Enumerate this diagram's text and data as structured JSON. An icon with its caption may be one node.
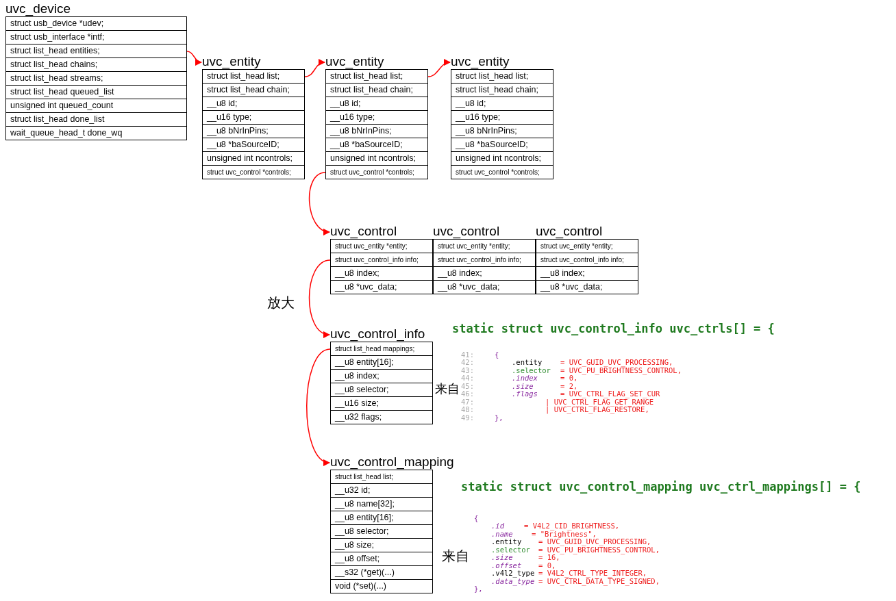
{
  "diagram": {
    "nodes": [
      {
        "text": [
          "uvc_device"
        ]
      },
      {
        "text": [
          "struct usb_device *udev;"
        ],
        "in": 0
      },
      {
        "text": [
          "struct usb_interface *intf;"
        ],
        "in": 0
      },
      {
        "text": [
          "struct list_head entities;"
        ],
        "in": 0
      },
      {
        "text": [
          "struct list_head chains;"
        ],
        "in": 0
      },
      {
        "text": [
          "struct list_head streams;"
        ],
        "in": 0
      },
      {
        "text": [
          "struct list_head queued_list"
        ],
        "in": 0
      },
      {
        "text": [
          "unsigned int queued_count"
        ],
        "in": 0
      },
      {
        "text": [
          "struct list_head done_list"
        ],
        "in": 0
      },
      {
        "text": [
          "wait_queue_head_t done_wq"
        ],
        "in": 0
      },
      {
        "text": [
          "uvc_entity"
        ]
      },
      {
        "text": [
          "struct list_head list;"
        ],
        "in": 10
      },
      {
        "text": [
          "struct list_head chain;"
        ],
        "in": 10
      },
      {
        "text": [
          "__u8 id;"
        ],
        "in": 10
      },
      {
        "text": [
          "__u16 type;"
        ],
        "in": 10
      },
      {
        "text": [
          "__u8 bNrInPins;"
        ],
        "in": 10
      },
      {
        "text": [
          "__u8 *baSourceID;"
        ],
        "in": 10
      },
      {
        "text": [
          "unsigned int ncontrols;"
        ],
        "in": 10
      },
      {
        "text": [
          "struct uvc_control *controls;"
        ],
        "in": 10
      },
      {
        "text": [
          "uvc_entity"
        ]
      },
      {
        "text": [
          "struct list_head list;"
        ],
        "in": 19
      },
      {
        "text": [
          "struct list_head chain;"
        ],
        "in": 19
      },
      {
        "text": [
          "__u8 id;"
        ],
        "in": 19
      },
      {
        "text": [
          "__u16 type;"
        ],
        "in": 19
      },
      {
        "text": [
          "__u8 bNrInPins;"
        ],
        "in": 19
      },
      {
        "text": [
          "__u8 *baSourceID;"
        ],
        "in": 19
      },
      {
        "text": [
          "unsigned int ncontrols;"
        ],
        "in": 19
      },
      {
        "text": [
          "struct uvc_control *controls;"
        ],
        "in": 19
      },
      {
        "text": [
          "uvc_entity"
        ]
      },
      {
        "text": [
          "struct list_head list;"
        ],
        "in": 28
      },
      {
        "text": [
          "struct list_head chain;"
        ],
        "in": 28
      },
      {
        "text": [
          "__u8 id;"
        ],
        "in": 28
      },
      {
        "text": [
          "__u16 type;"
        ],
        "in": 28
      },
      {
        "text": [
          "__u8 bNrInPins;"
        ],
        "in": 28
      },
      {
        "text": [
          "__u8 *baSourceID;"
        ],
        "in": 28
      },
      {
        "text": [
          "unsigned int ncontrols;"
        ],
        "in": 28
      },
      {
        "text": [
          "struct uvc_control *controls;"
        ],
        "in": 28
      },
      {
        "text": [
          "uvc_control"
        ]
      },
      {
        "text": [
          "struct uvc_entity *entity;"
        ],
        "in": 37
      },
      {
        "text": [
          "struct uvc_control_info info;"
        ],
        "in": 37
      },
      {
        "text": [
          "__u8 index;"
        ],
        "in": 37
      },
      {
        "text": [
          "__u8 *uvc_data;"
        ],
        "in": 37
      },
      {
        "text": [
          "uvc_control"
        ]
      },
      {
        "text": [
          "struct uvc_entity *entity;"
        ],
        "in": 42
      },
      {
        "text": [
          "struct uvc_control_info info;"
        ],
        "in": 42
      },
      {
        "text": [
          "__u8 index;"
        ],
        "in": 42
      },
      {
        "text": [
          "__u8 *uvc_data;"
        ],
        "in": 42
      },
      {
        "text": [
          "uvc_control"
        ]
      },
      {
        "text": [
          "struct uvc_entity *entity;"
        ],
        "in": 47
      },
      {
        "text": [
          "struct uvc_control_info info;"
        ],
        "in": 47
      },
      {
        "text": [
          "__u8 index;"
        ],
        "in": 47
      },
      {
        "text": [
          "__u8 *uvc_data;"
        ],
        "in": 47
      },
      {
        "text": [
          "uvc_control_info"
        ]
      },
      {
        "text": [
          "struct list_head mappings;"
        ],
        "in": 52
      },
      {
        "text": [
          "__u8 entity[16];"
        ],
        "in": 52
      },
      {
        "text": [
          "__u8 index;"
        ],
        "in": 52
      },
      {
        "text": [
          "__u8 selector;"
        ],
        "in": 52
      },
      {
        "text": [
          "__u16 size;"
        ],
        "in": 52
      },
      {
        "text": [
          "__u32 flags;"
        ],
        "in": 52
      },
      {
        "text": [
          "uvc_control_mapping"
        ]
      },
      {
        "text": [
          "struct list_head list;"
        ],
        "in": 59
      },
      {
        "text": [
          "__u32 id;"
        ],
        "in": 59
      },
      {
        "text": [
          "__u8 name[32];"
        ],
        "in": 59
      },
      {
        "text": [
          "__u8 entity[16];"
        ],
        "in": 59
      },
      {
        "text": [
          "__u8 selector;"
        ],
        "in": 59
      },
      {
        "text": [
          "__u8 size;"
        ],
        "in": 59
      },
      {
        "text": [
          "__u8 offset;"
        ],
        "in": 59
      },
      {
        "text": [
          "__s32 (*get)(...)"
        ],
        "in": 59
      },
      {
        "text": [
          "void (*set)(...)"
        ],
        "in": 59
      }
    ],
    "edges": [
      {
        "from": 3,
        "to": 10,
        "arrow": "to"
      },
      {
        "from": 11,
        "to": 19,
        "arrow": "to"
      },
      {
        "from": 20,
        "to": 28,
        "arrow": "to"
      },
      {
        "from": 27,
        "to": 37,
        "arrow": "to"
      },
      {
        "from": 39,
        "to": 52,
        "arrow": "to"
      },
      {
        "from": 53,
        "to": 59,
        "arrow": "to"
      }
    ],
    "labels": [
      "放大",
      "static struct uvc_control_info uvc_ctrls[] = {",
      "41:",
      "{",
      "42:",
      ".entity",
      "= UVC_GUID_UVC_PROCESSING,",
      "43:",
      ".selector",
      "= UVC_PU_BRIGHTNESS_CONTROL,",
      "44:",
      ".index",
      "= 0,",
      "45:",
      ".size",
      "= 2,",
      "46:",
      ".flags",
      "= UVC_CTRL_FLAG_SET_CUR",
      "47:",
      "| UVC_CTRL_FLAG_GET_RANGE",
      "48:",
      "| UVC_CTRL_FLAG_RESTORE,",
      "49:",
      "},",
      "来自",
      "static struct uvc_control_mapping uvc_ctrl_mappings[] = {",
      "{",
      ".id",
      "= V4L2_CID_BRIGHTNESS,",
      ".name",
      "= \"Brightness\",",
      ".entity",
      "= UVC_GUID_UVC_PROCESSING,",
      ".selector",
      "= UVC_PU_BRIGHTNESS_CONTROL,",
      ".size",
      "= 16,",
      ".offset",
      "= 0,",
      ".v4l2_type",
      "= V4L2_CTRL_TYPE_INTEGER,",
      ".data_type",
      "= UVC_CTRL_DATA_TYPE_SIGNED,",
      "},",
      "来自"
    ]
  }
}
